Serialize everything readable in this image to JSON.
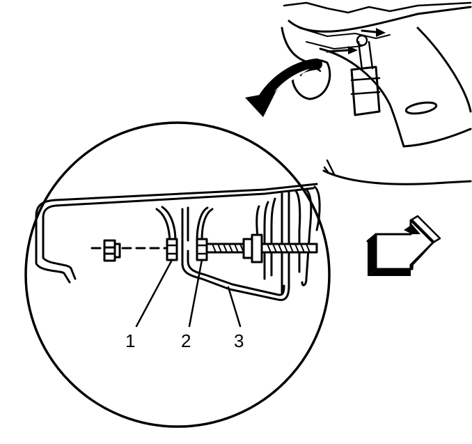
{
  "callouts": [
    {
      "id": "callout-1",
      "label": "1"
    },
    {
      "id": "callout-2",
      "label": "2"
    },
    {
      "id": "callout-3",
      "label": "3"
    }
  ],
  "icons": {
    "front_direction": "front-direction-arrow-icon",
    "zoom_indicator": "zoom-indicator-arrow-icon"
  },
  "colors": {
    "ink": "#000000",
    "background": "#ffffff",
    "hatch": "#000000"
  }
}
